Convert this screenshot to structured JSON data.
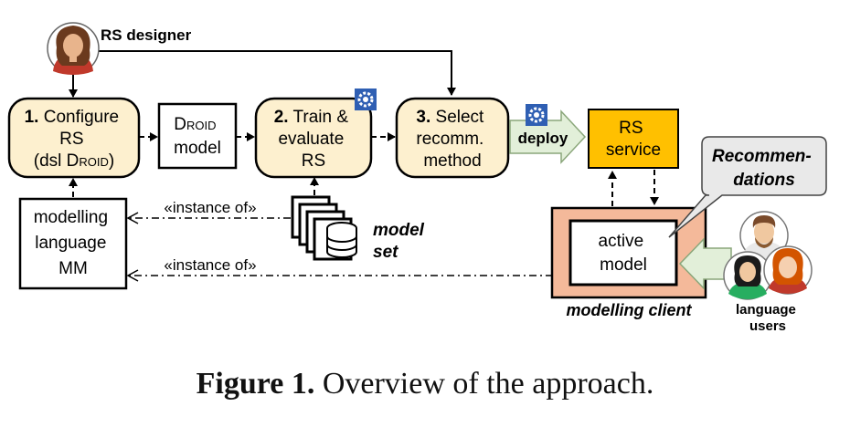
{
  "designer": {
    "label": "RS designer"
  },
  "steps": [
    {
      "num": "1.",
      "line1": "Configure",
      "line2": "RS",
      "line3_prefix": "(dsl ",
      "line3_dsl": "Droid",
      "line3_suffix": ")"
    },
    {
      "num": "2.",
      "line1": "Train &",
      "line2": "evaluate",
      "line3": "RS"
    },
    {
      "num": "3.",
      "line1": "Select",
      "line2": "recomm.",
      "line3": "method"
    }
  ],
  "droid_model": {
    "line1": "Droid",
    "line2": "model"
  },
  "deploy": {
    "label": "deploy"
  },
  "rs_service": {
    "line1": "RS",
    "line2": "service"
  },
  "mm_box": {
    "line1": "modelling",
    "line2": "language",
    "line3": "MM"
  },
  "instance_of_top": "«instance of»",
  "instance_of_bottom": "«instance of»",
  "model_set": {
    "line1": "model",
    "line2": "set"
  },
  "recommendations": {
    "line1": "Recommen-",
    "line2": "dations"
  },
  "active_model": {
    "line1": "active",
    "line2": "model"
  },
  "modelling_client": "modelling client",
  "language_users": {
    "line1": "language",
    "line2": "users"
  },
  "caption": {
    "bold": "Figure 1.",
    "text": " Overview of the approach."
  },
  "colors": {
    "step_fill": "#fdf0cf",
    "rs_service_fill": "#ffc000",
    "client_fill": "#f4b99a",
    "deploy_fill": "#e2efd9",
    "gear_fill": "#2f5fb3"
  }
}
